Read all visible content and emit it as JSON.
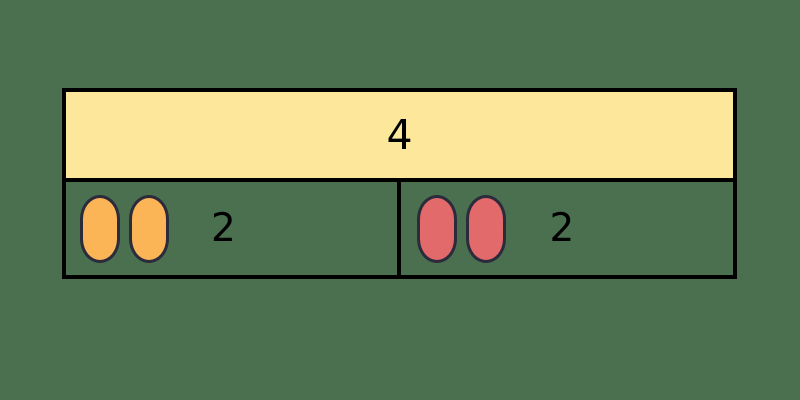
{
  "diagram": {
    "type": "part-whole-bar-model",
    "background_color": "#4a7050",
    "border_color": "#000000",
    "whole": {
      "label": "4",
      "fill_color": "#fce79a"
    },
    "parts": [
      {
        "label": "2",
        "token_color": "#fbb557",
        "token_outline": "#2b2b3b",
        "token_count": 2,
        "token_shape": "oval",
        "tokens": [
          {
            "name": "orange-counter-1"
          },
          {
            "name": "orange-counter-2"
          }
        ]
      },
      {
        "label": "2",
        "token_color": "#e26a6a",
        "token_outline": "#2b2b3b",
        "token_count": 2,
        "token_shape": "oval",
        "tokens": [
          {
            "name": "red-counter-1"
          },
          {
            "name": "red-counter-2"
          }
        ]
      }
    ]
  }
}
